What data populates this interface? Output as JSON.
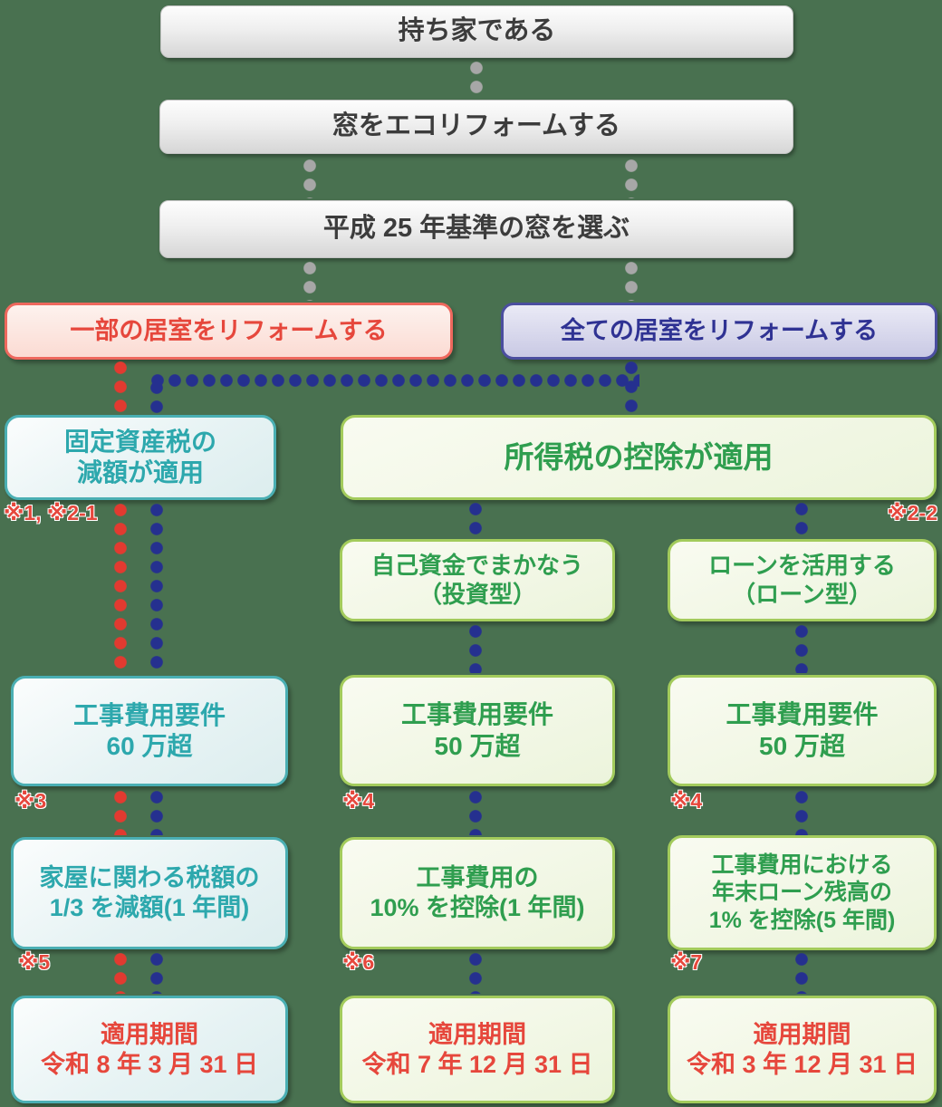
{
  "colors": {
    "background": "#497150",
    "gray_box_text": "#3c3c3c",
    "red_accent": "#e6473c",
    "red_border": "#ee685d",
    "blue_accent": "#2f3293",
    "blue_border": "#4b4e9f",
    "teal_accent": "#2da8ad",
    "teal_border": "#4aafb3",
    "green_accent": "#2f9e4f",
    "green_border": "#a3cb5c",
    "dot_red": "#e23a30",
    "dot_blue": "#25308f",
    "dot_gray": "#a7a7a7"
  },
  "flow": {
    "owns_home": "持ち家である",
    "window_eco_reform": "窓をエコリフォームする",
    "choose_h25_window": "平成 25 年基準の窓を選ぶ",
    "partial_rooms_reform": "一部の居室をリフォームする",
    "all_rooms_reform": "全ての居室をリフォームする",
    "property_tax_reduction": {
      "lines": [
        "固定資産税の",
        "減額が適用"
      ],
      "footnote": "※1, ※2-1"
    },
    "income_tax_deduction": {
      "lines": [
        "所得税の控除が適用"
      ],
      "footnote": "※2-2"
    },
    "self_funded": {
      "lines": [
        "自己資金でまかなう",
        "（投資型）"
      ]
    },
    "use_loan": {
      "lines": [
        "ローンを活用する",
        "（ローン型）"
      ]
    },
    "cost_requirement_property": {
      "lines": [
        "工事費用要件",
        "60 万超"
      ],
      "footnote": "※3"
    },
    "cost_requirement_invest": {
      "lines": [
        "工事費用要件",
        "50 万超"
      ],
      "footnote": "※4"
    },
    "cost_requirement_loan": {
      "lines": [
        "工事費用要件",
        "50 万超"
      ],
      "footnote": "※4"
    },
    "benefit_property": {
      "lines": [
        "家屋に関わる税額の",
        "1/3 を減額(1 年間)"
      ],
      "footnote": "※5"
    },
    "benefit_invest": {
      "lines": [
        "工事費用の",
        "10% を控除(1 年間)"
      ],
      "footnote": "※6"
    },
    "benefit_loan": {
      "lines": [
        "工事費用における",
        "年末ローン残高の",
        "1% を控除(5 年間)"
      ],
      "footnote": "※7"
    },
    "period_property": {
      "lines": [
        "適用期間",
        "令和 8 年 3 月 31 日"
      ]
    },
    "period_invest": {
      "lines": [
        "適用期間",
        "令和 7 年 12 月 31 日"
      ]
    },
    "period_loan": {
      "lines": [
        "適用期間",
        "令和 3 年 12 月 31 日"
      ]
    }
  }
}
